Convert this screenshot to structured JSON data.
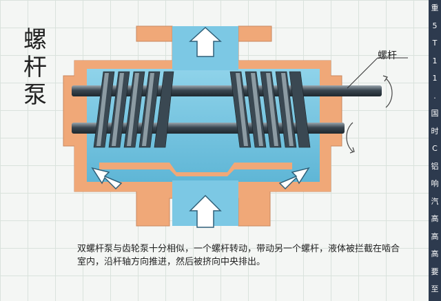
{
  "title_chars": [
    "螺",
    "杆",
    "泵"
  ],
  "callout_label": "螺杆",
  "caption": "双螺杆泵与齿轮泵十分相似，一个螺杆转动，带动另一个螺杆，液体被拦截在啮合室内，沿杆轴方向推进，然后被挤向中央排出。",
  "side_panel_chars": [
    "重",
    "5",
    "T",
    "1",
    "1",
    ".",
    "国",
    "时",
    "C",
    "铝",
    "响",
    "汽",
    "高",
    "高",
    "高",
    "要",
    "至"
  ],
  "colors": {
    "casing": "#f0a878",
    "fluid": "#7cc8e4",
    "rotor": "#2e3c46",
    "arrow": "#ffffff",
    "side_panel": "#2d3a4e"
  },
  "icons": [
    "outlet-arrow-icon",
    "inlet-arrow-icon",
    "inflow-left-arrow-icon",
    "inflow-right-arrow-icon",
    "rotation-arrow-icon"
  ]
}
